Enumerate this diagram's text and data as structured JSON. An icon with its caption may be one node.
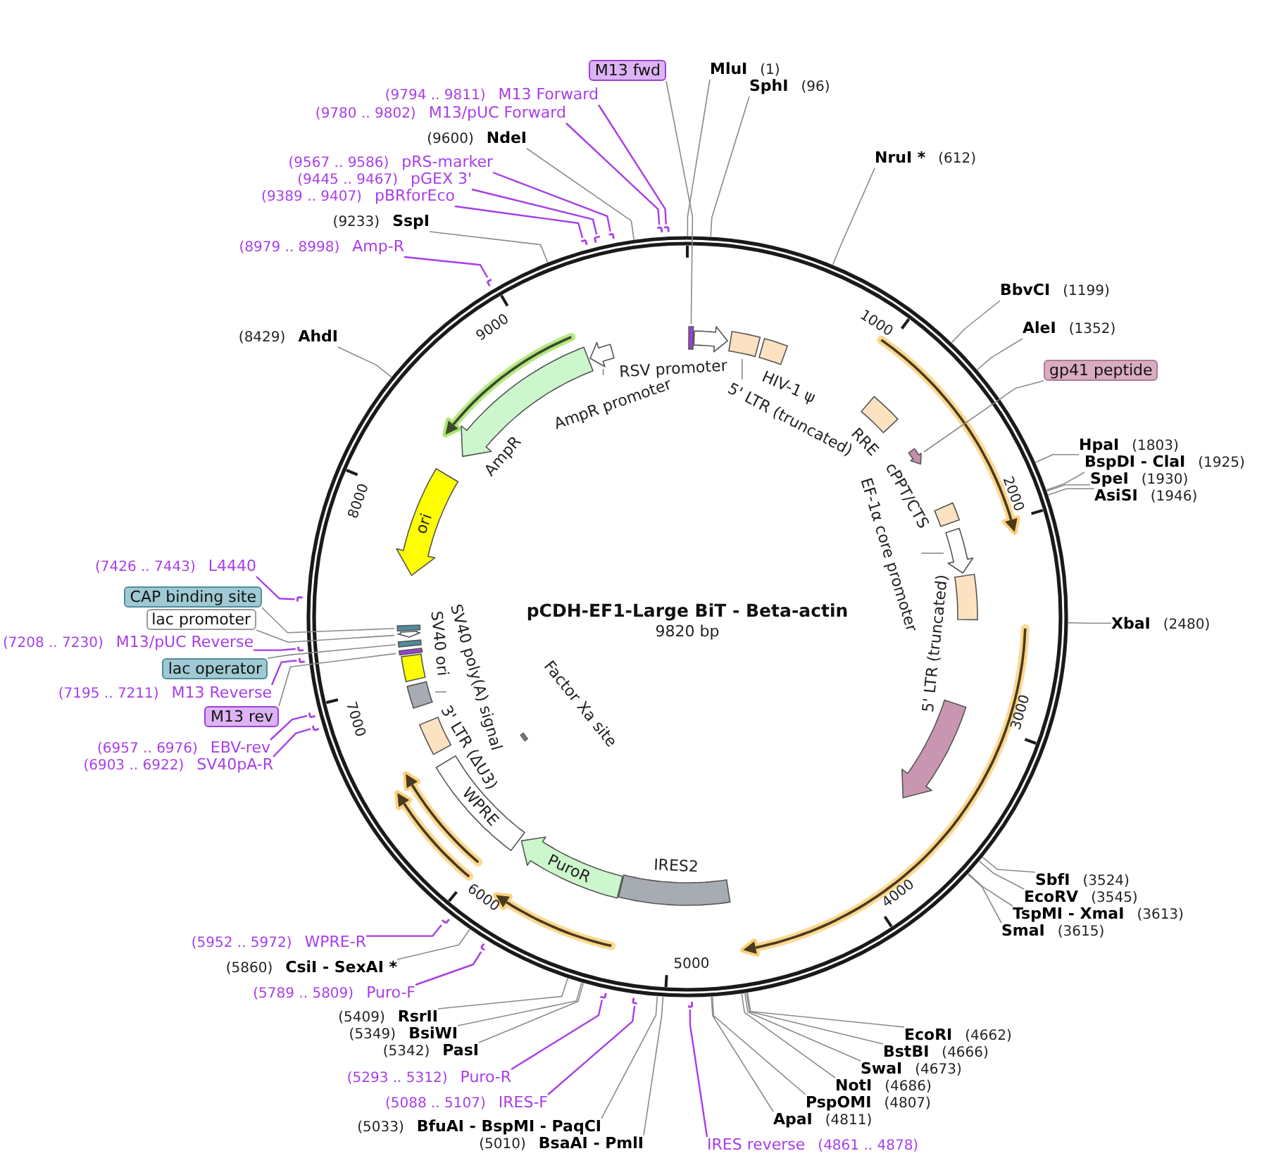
{
  "diagram": {
    "title": "pCDH-EF1-Large BiT - Beta-actin",
    "nodes": [
      {
        "text": [
          "M13 fwd"
        ]
      },
      {
        "text": [
          "MluI",
          "(1)"
        ]
      },
      {
        "text": [
          "SphI",
          "(96)"
        ]
      },
      {
        "text": [
          "NruI *",
          "(612)"
        ]
      },
      {
        "text": [
          "BbvCI",
          "(1199)"
        ]
      },
      {
        "text": [
          "AleI",
          "(1352)"
        ]
      },
      {
        "text": [
          "gp41 peptide"
        ]
      },
      {
        "text": [
          "HpaI",
          "(1803)"
        ]
      },
      {
        "text": [
          "BspDI - ClaI",
          "(1925)"
        ]
      },
      {
        "text": [
          "SpeI",
          "(1930)"
        ]
      },
      {
        "text": [
          "AsiSI",
          "(1946)"
        ]
      },
      {
        "text": [
          "XbaI",
          "(2480)"
        ]
      },
      {
        "text": [
          "SbfI",
          "(3524)"
        ]
      },
      {
        "text": [
          "EcoRV",
          "(3545)"
        ]
      },
      {
        "text": [
          "TspMI - XmaI",
          "(3613)"
        ]
      },
      {
        "text": [
          "SmaI",
          "(3615)"
        ]
      },
      {
        "text": [
          "EcoRI",
          "(4662)"
        ]
      },
      {
        "text": [
          "BstBI",
          "(4666)"
        ]
      },
      {
        "text": [
          "SwaI",
          "(4673)"
        ]
      },
      {
        "text": [
          "NotI",
          "(4686)"
        ]
      },
      {
        "text": [
          "PspOMI",
          "(4807)"
        ]
      },
      {
        "text": [
          "ApaI",
          "(4811)"
        ]
      },
      {
        "text": [
          "IRES reverse",
          "(4861 .. 4878)"
        ]
      },
      {
        "text": [
          "(5010)",
          "BsaAI - PmlI"
        ]
      },
      {
        "text": [
          "(5033)",
          "BfuAI - BspMI - PaqCI"
        ]
      },
      {
        "text": [
          "(5088 .. 5107)",
          "IRES-F"
        ]
      },
      {
        "text": [
          "(5293 .. 5312)",
          "Puro-R"
        ]
      },
      {
        "text": [
          "(5342)",
          "PasI"
        ]
      },
      {
        "text": [
          "(5349)",
          "BsiWI"
        ]
      },
      {
        "text": [
          "(5409)",
          "RsrII"
        ]
      },
      {
        "text": [
          "(5789 .. 5809)",
          "Puro-F"
        ]
      },
      {
        "text": [
          "(5860)",
          "CsiI - SexAI *"
        ]
      },
      {
        "text": [
          "(5952 .. 5972)",
          "WPRE-R"
        ]
      },
      {
        "text": [
          "(6903 .. 6922)",
          "SV40pA-R"
        ]
      },
      {
        "text": [
          "(6957 .. 6976)",
          "EBV-rev"
        ]
      },
      {
        "text": [
          "M13 rev"
        ]
      },
      {
        "text": [
          "(7195 .. 7211)",
          "M13 Reverse"
        ]
      },
      {
        "text": [
          "lac operator"
        ]
      },
      {
        "text": [
          "(7208 .. 7230)",
          "M13/pUC Reverse"
        ]
      },
      {
        "text": [
          "lac promoter"
        ]
      },
      {
        "text": [
          "CAP binding site"
        ]
      },
      {
        "text": [
          "(7426 .. 7443)",
          "L4440"
        ]
      },
      {
        "text": [
          "(8429)",
          "AhdI"
        ]
      },
      {
        "text": [
          "(8979 .. 8998)",
          "Amp-R"
        ]
      },
      {
        "text": [
          "(9233)",
          "SspI"
        ]
      },
      {
        "text": [
          "(9389 .. 9407)",
          "pBRforEco"
        ]
      },
      {
        "text": [
          "(9445 .. 9467)",
          "pGEX 3'"
        ]
      },
      {
        "text": [
          "(9567 .. 9586)",
          "pRS-marker"
        ]
      },
      {
        "text": [
          "(9600)",
          "NdeI"
        ]
      },
      {
        "text": [
          "(9780 .. 9802)",
          "M13/pUC Forward"
        ]
      },
      {
        "text": [
          "(9794 .. 9811)",
          "M13 Forward"
        ]
      },
      {
        "text": [],
        "shape": "box"
      },
      {
        "text": [
          "RSV promoter"
        ]
      },
      {
        "text": [
          "5' LTR (truncated)"
        ]
      },
      {
        "text": [],
        "shape": "box"
      },
      {
        "text": [
          "HIV-1 ψ"
        ]
      },
      {
        "text": [
          "RRE"
        ]
      },
      {
        "text": [],
        "shape": "arrow"
      },
      {
        "text": [
          "cPPT/CTS"
        ]
      },
      {
        "text": [
          "EF-1α core promoter"
        ]
      },
      {
        "text": [],
        "shape": "arrow"
      },
      {
        "text": [
          "5' LTR (truncated)"
        ]
      },
      {
        "text": [],
        "shape": "arrow"
      },
      {
        "text": [
          "IRES2"
        ]
      },
      {
        "text": [
          "PuroR"
        ]
      },
      {
        "text": [
          "WPRE"
        ]
      },
      {
        "text": [
          "Factor Xa site"
        ]
      },
      {
        "text": [
          "3' LTR (ΔU3)"
        ]
      },
      {
        "text": [
          "SV40 poly(A) signal"
        ]
      },
      {
        "text": [],
        "shape": "box"
      },
      {
        "text": [
          "SV40 ori"
        ]
      },
      {
        "text": [],
        "shape": "box"
      },
      {
        "text": [],
        "shape": "box"
      },
      {
        "text": [],
        "shape": "arrow"
      },
      {
        "text": [],
        "shape": "box"
      },
      {
        "text": [
          "ori"
        ]
      },
      {
        "text": [
          "AmpR"
        ]
      },
      {
        "text": [
          "AmpR promoter"
        ]
      },
      {
        "text": [],
        "shape": "arrow"
      },
      {
        "text": [],
        "shape": "bar"
      },
      {
        "text": [],
        "shape": "bar"
      },
      {
        "text": [],
        "shape": "bar"
      },
      {
        "text": [],
        "shape": "bar"
      },
      {
        "text": [],
        "shape": "bar"
      },
      {
        "text": [],
        "shape": "bar"
      },
      {
        "text": [],
        "shape": "bar"
      },
      {
        "text": [],
        "shape": "bar"
      },
      {
        "text": [],
        "shape": "bar"
      },
      {
        "text": [],
        "shape": "bar"
      },
      {
        "text": [],
        "shape": "bar"
      },
      {
        "text": [],
        "shape": "bar"
      },
      {
        "text": [],
        "shape": "bar"
      },
      {
        "text": [],
        "shape": "bar"
      },
      {
        "text": [],
        "shape": "bar"
      },
      {
        "text": [],
        "shape": "bar"
      }
    ],
    "edges": [
      {
        "from": 0,
        "to": 51,
        "arrow": "none"
      },
      {
        "from": 1,
        "to": null,
        "arrow": "none"
      },
      {
        "from": 2,
        "to": null,
        "arrow": "none"
      },
      {
        "from": 3,
        "to": null,
        "arrow": "none"
      },
      {
        "from": 4,
        "to": null,
        "arrow": "none"
      },
      {
        "from": 5,
        "to": null,
        "arrow": "none"
      },
      {
        "from": 6,
        "to": 57,
        "arrow": "none"
      },
      {
        "from": 7,
        "to": null,
        "arrow": "none"
      },
      {
        "from": 8,
        "to": null,
        "arrow": "none"
      },
      {
        "from": 9,
        "to": null,
        "arrow": "none"
      },
      {
        "from": 10,
        "to": null,
        "arrow": "none"
      },
      {
        "from": 11,
        "to": null,
        "arrow": "none"
      },
      {
        "from": 12,
        "to": null,
        "arrow": "none"
      },
      {
        "from": 13,
        "to": null,
        "arrow": "none"
      },
      {
        "from": 14,
        "to": null,
        "arrow": "none"
      },
      {
        "from": 15,
        "to": null,
        "arrow": "none"
      },
      {
        "from": 16,
        "to": null,
        "arrow": "none"
      },
      {
        "from": 17,
        "to": null,
        "arrow": "none"
      },
      {
        "from": 18,
        "to": null,
        "arrow": "none"
      },
      {
        "from": 19,
        "to": null,
        "arrow": "none"
      },
      {
        "from": 20,
        "to": null,
        "arrow": "none"
      },
      {
        "from": 21,
        "to": null,
        "arrow": "none"
      },
      {
        "from": 22,
        "to": 79,
        "arrow": "none",
        "color": "#a83ee8"
      },
      {
        "from": 23,
        "to": null,
        "arrow": "none"
      },
      {
        "from": 24,
        "to": null,
        "arrow": "none"
      },
      {
        "from": 25,
        "to": 80,
        "arrow": "none",
        "color": "#a83ee8"
      },
      {
        "from": 26,
        "to": 81,
        "arrow": "none",
        "color": "#a83ee8"
      },
      {
        "from": 27,
        "to": null,
        "arrow": "none"
      },
      {
        "from": 28,
        "to": null,
        "arrow": "none"
      },
      {
        "from": 29,
        "to": null,
        "arrow": "none"
      },
      {
        "from": 30,
        "to": 82,
        "arrow": "none",
        "color": "#a83ee8"
      },
      {
        "from": 31,
        "to": null,
        "arrow": "none"
      },
      {
        "from": 32,
        "to": 83,
        "arrow": "none",
        "color": "#a83ee8"
      },
      {
        "from": 33,
        "to": 84,
        "arrow": "none",
        "color": "#a83ee8"
      },
      {
        "from": 34,
        "to": 85,
        "arrow": "none",
        "color": "#a83ee8"
      },
      {
        "from": 35,
        "to": 71,
        "arrow": "none"
      },
      {
        "from": 36,
        "to": 86,
        "arrow": "none",
        "color": "#a83ee8"
      },
      {
        "from": 37,
        "to": 72,
        "arrow": "none"
      },
      {
        "from": 38,
        "to": 87,
        "arrow": "none",
        "color": "#a83ee8"
      },
      {
        "from": 39,
        "to": 73,
        "arrow": "none"
      },
      {
        "from": 40,
        "to": 74,
        "arrow": "none"
      },
      {
        "from": 41,
        "to": 88,
        "arrow": "none",
        "color": "#a83ee8"
      },
      {
        "from": 42,
        "to": null,
        "arrow": "none"
      },
      {
        "from": 43,
        "to": 89,
        "arrow": "none",
        "color": "#a83ee8"
      },
      {
        "from": 44,
        "to": null,
        "arrow": "none"
      },
      {
        "from": 45,
        "to": 90,
        "arrow": "none",
        "color": "#a83ee8"
      },
      {
        "from": 46,
        "to": 91,
        "arrow": "none",
        "color": "#a83ee8"
      },
      {
        "from": 47,
        "to": 92,
        "arrow": "none",
        "color": "#a83ee8"
      },
      {
        "from": 48,
        "to": null,
        "arrow": "none"
      },
      {
        "from": 49,
        "to": 93,
        "arrow": "none",
        "color": "#a83ee8"
      },
      {
        "from": 50,
        "to": 94,
        "arrow": "none",
        "color": "#a83ee8"
      },
      {
        "from": 53,
        "to": 54,
        "arrow": "none"
      },
      {
        "from": 59,
        "to": 60,
        "arrow": "none"
      },
      {
        "from": 68,
        "to": 69,
        "arrow": "none"
      },
      {
        "from": 77,
        "to": 78,
        "arrow": "none"
      }
    ],
    "labels": [
      "9820 bp",
      "1000",
      "2000",
      "3000",
      "4000",
      "5000",
      "6000",
      "7000",
      "8000",
      "9000"
    ]
  }
}
